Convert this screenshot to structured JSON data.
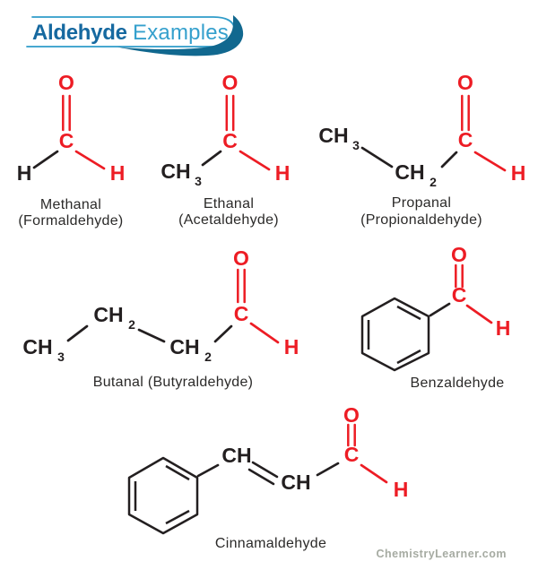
{
  "banner": {
    "title_bold": "Aldehyde",
    "title_light": "Examples"
  },
  "molecules": {
    "methanal": {
      "name": "Methanal",
      "alt": "(Formaldehyde)",
      "atoms": {
        "o": "O",
        "c": "C",
        "h_left": "H",
        "h_right": "H"
      }
    },
    "ethanal": {
      "name": "Ethanal",
      "alt": "(Acetaldehyde)",
      "atoms": {
        "ch": "CH",
        "sub3": "3",
        "c": "C",
        "o": "O",
        "h": "H"
      }
    },
    "propanal": {
      "name": "Propanal",
      "alt": "(Propionaldehyde)",
      "atoms": {
        "ch3": "CH",
        "sub3": "3",
        "ch2": "CH",
        "sub2": "2",
        "c": "C",
        "o": "O",
        "h": "H"
      }
    },
    "butanal": {
      "name": "Butanal (Butyraldehyde)",
      "atoms": {
        "ch3": "CH",
        "sub3": "3",
        "ch2a": "CH",
        "sub2a": "2",
        "ch2b": "CH",
        "sub2b": "2",
        "c": "C",
        "o": "O",
        "h": "H"
      }
    },
    "benzaldehyde": {
      "name": "Benzaldehyde",
      "atoms": {
        "c": "C",
        "o": "O",
        "h": "H"
      }
    },
    "cinnamaldehyde": {
      "name": "Cinnamaldehyde",
      "atoms": {
        "ch_a": "CH",
        "ch_b": "CH",
        "c": "C",
        "o": "O",
        "h": "H"
      }
    }
  },
  "watermark": "ChemistryLearner.com",
  "colors": {
    "atom_red": "#ed1c24",
    "atom_black": "#231f20",
    "title_dark_blue": "#1669a0",
    "title_light_blue": "#35a0cd",
    "swoosh_blue": "#11688f",
    "watermark_gray": "#a6aba2"
  }
}
